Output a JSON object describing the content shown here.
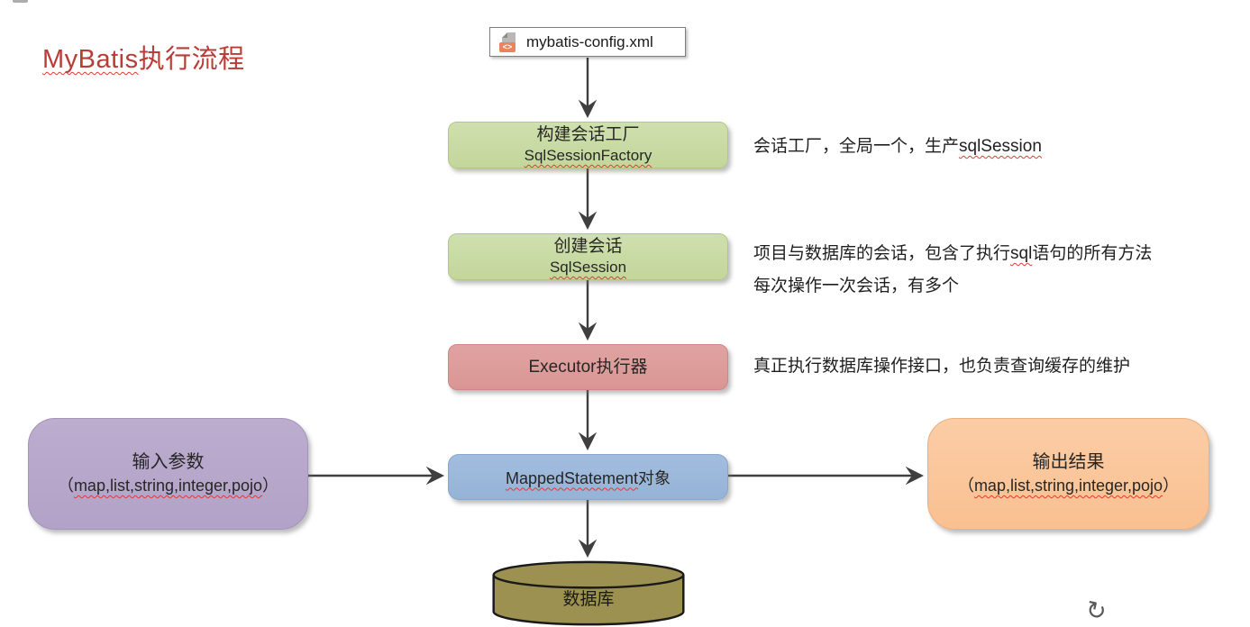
{
  "title": {
    "latin": "MyBatis",
    "zh": "执行流程",
    "color": "#B93C37"
  },
  "config_box": {
    "label": "mybatis-config.xml",
    "icon": "xml-file-icon",
    "icon_badge": "<>"
  },
  "nodes": {
    "factory": {
      "line1": "构建会话工厂",
      "line2": "SqlSessionFactory",
      "fill": "#C3D69B"
    },
    "session": {
      "line1": "创建会话",
      "line2": "SqlSession",
      "fill": "#C3D69B"
    },
    "executor": {
      "label": "Executor执行器",
      "fill": "#D99694"
    },
    "mapped": {
      "label_misspelled": "MappedStatement",
      "label_rest": "对象",
      "fill": "#95B3D7"
    },
    "input": {
      "line1": "输入参数",
      "paren_open": "（",
      "types": "map,list,string,integer,pojo",
      "paren_close": "）",
      "fill": "#B2A2C7"
    },
    "output": {
      "line1": "输出结果",
      "paren_open": "（",
      "types": "map,list,string,integer,pojo",
      "paren_close": "）",
      "fill": "#FAC090"
    },
    "database": {
      "label": "数据库",
      "fill": "#9C9150"
    }
  },
  "annotations": {
    "factory": {
      "pre": "会话工厂，全局一个，生产",
      "misspelled": "sqlSession"
    },
    "session_line1": {
      "pre": "项目与数据库的会话，包含了执行",
      "misspelled": "sql",
      "post": "语句的所有方法"
    },
    "session_line2": {
      "text": "每次操作一次会话，有多个"
    },
    "executor": {
      "text": "真正执行数据库操作接口，也负责查询缓存的维护"
    }
  },
  "icons": {
    "rotate_handle_glyph": "↻"
  },
  "colors": {
    "arrow": "#3f3f3f",
    "squiggle": "#E23B2E",
    "annotation_text": "#1F1F1F",
    "config_border": "#7F7F7F",
    "xml_badge": "#E8855A",
    "database_stroke": "#1A1A1A"
  }
}
